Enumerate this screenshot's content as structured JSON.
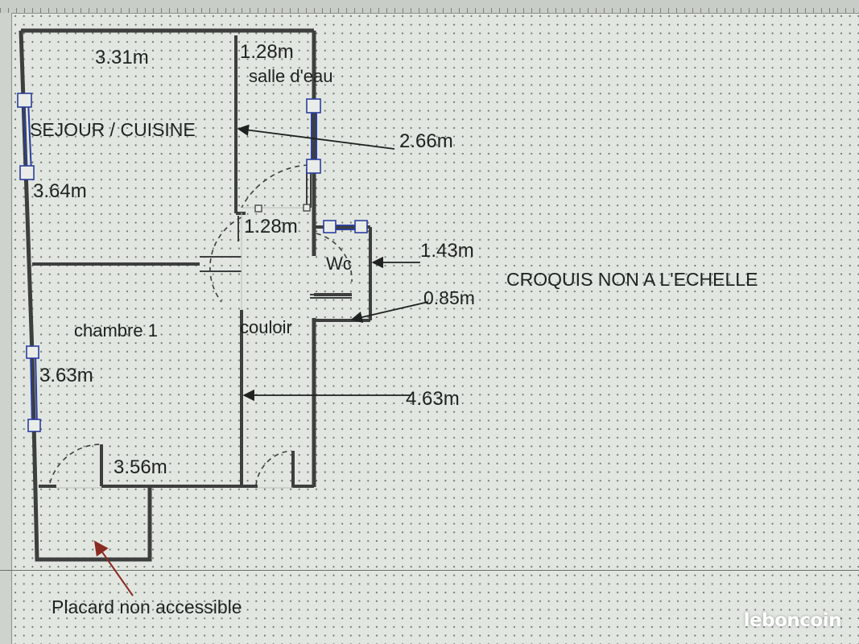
{
  "plan": {
    "rooms": {
      "sejour": "SEJOUR / CUISINE",
      "salle_eau": "salle d'eau",
      "wc": "Wc",
      "chambre": "chambre 1",
      "couloir": "couloir"
    },
    "dimensions": {
      "sejour_width": "3.31m",
      "salle_eau_width": "1.28m",
      "sejour_depth": "2.66m",
      "sejour_height": "3.64m",
      "couloir_width": "1.28m",
      "wc_width": "1.43m",
      "wc_depth": "0.85m",
      "chambre_height": "3.63m",
      "couloir_length": "4.63m",
      "chambre_width": "3.56m"
    },
    "notes": {
      "scale": "CROQUIS NON A L'ECHELLE",
      "placard": "Placard non accessible"
    }
  },
  "watermark": "leboncoin",
  "colors": {
    "wall": "#3c3f3d",
    "window": "#2b3f9e",
    "arrow": "#1e2220",
    "placard_arrow": "#8a2b22",
    "background": "#e2e6e0"
  }
}
